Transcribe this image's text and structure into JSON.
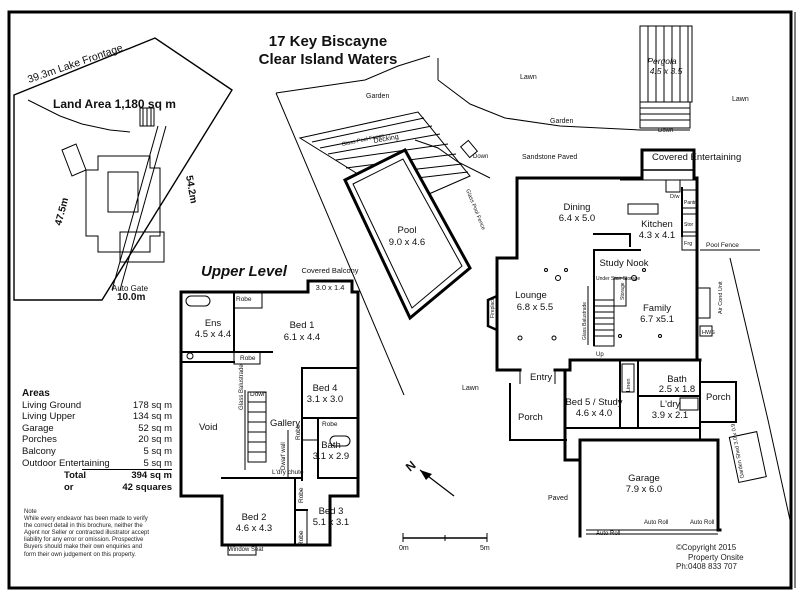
{
  "header": {
    "title_line1": "17 Key Biscayne",
    "title_line2": "Clear Island Waters"
  },
  "site_plan": {
    "land_area": "Land Area 1,180 sq m",
    "frontage": "39.3m Lake Frontage",
    "dim_left": "47.5m",
    "dim_right": "54.2m",
    "dim_bottom": "10.0m",
    "auto_gate": "Auto Gate"
  },
  "upper_level": {
    "heading": "Upper Level",
    "rooms": [
      {
        "key": "ens",
        "name": "Ens",
        "size": "4.5 x 4.4"
      },
      {
        "key": "bed1",
        "name": "Bed 1",
        "size": "6.1 x 4.4"
      },
      {
        "key": "balcony",
        "name": "Covered Balcony",
        "size": "3.0 x 1.4"
      },
      {
        "key": "bed4",
        "name": "Bed 4",
        "size": "3.1 x 3.0"
      },
      {
        "key": "bath",
        "name": "Bath",
        "size": "3.1 x 2.9"
      },
      {
        "key": "bed2",
        "name": "Bed 2",
        "size": "4.6 x 4.3"
      },
      {
        "key": "bed3",
        "name": "Bed 3",
        "size": "5.1 x 3.1"
      }
    ],
    "labels": {
      "robe": "Robe",
      "void": "Void",
      "gallery": "Gallery",
      "down": "Down",
      "glass_balustrade": "Glass Balustrade",
      "dwarf_wall": "Dwarf wall",
      "ldry_chute": "L'dry chute",
      "window_seat": "Window Seat"
    }
  },
  "ground_level": {
    "rooms": [
      {
        "key": "pool",
        "name": "Pool",
        "size": "9.0 x 4.6"
      },
      {
        "key": "dining",
        "name": "Dining",
        "size": "6.4 x 5.0"
      },
      {
        "key": "kitchen",
        "name": "Kitchen",
        "size": "4.3 x 4.1"
      },
      {
        "key": "study",
        "name": "Study Nook",
        "size": ""
      },
      {
        "key": "lounge",
        "name": "Lounge",
        "size": "6.8 x 5.5"
      },
      {
        "key": "family",
        "name": "Family",
        "size": "6.7 x5.1"
      },
      {
        "key": "bed5",
        "name": "Bed 5 / Study",
        "size": "4.6 x 4.0"
      },
      {
        "key": "bath",
        "name": "Bath",
        "size": "2.5 x 1.8"
      },
      {
        "key": "ldry",
        "name": "L'dry",
        "size": "3.9 x 2.1"
      },
      {
        "key": "garage",
        "name": "Garage",
        "size": "7.9 x 6.0"
      },
      {
        "key": "pergola",
        "name": "Pergola",
        "size": "4.5 x 3.5"
      },
      {
        "key": "covered_ent",
        "name": "Covered Entertaining",
        "size": ""
      }
    ],
    "labels": {
      "lawn": "Lawn",
      "garden": "Garden",
      "decking": "Decking",
      "sandstone": "Sandstone Paved",
      "glass_pool_fence": "Glass Pool Fence",
      "pool_fence": "Pool Fence",
      "down": "Down",
      "entry": "Entry",
      "porch": "Porch",
      "paved": "Paved",
      "auto_roll": "Auto Roll",
      "linen": "Linen",
      "robe": "Robe",
      "under_stair_storage": "Under Stair Storage",
      "storage": "Storage",
      "up": "Up",
      "fireplace": "Fireplace",
      "glass_balustrade": "Glass Balustrade",
      "aircond": "Air Cond Unit",
      "hws": "HWS",
      "garden_shed": "Garden Shed 3.0 x 0.9",
      "dw": "D/w",
      "pantry": "Pantry",
      "frg": "Frg",
      "stor": "Stor",
      "north": "N",
      "scale_0": "0m",
      "scale_5": "5m"
    }
  },
  "areas": {
    "heading": "Areas",
    "rows": [
      {
        "label": "Living Ground",
        "value": "178 sq m"
      },
      {
        "label": "Living Upper",
        "value": "134 sq m"
      },
      {
        "label": "Garage",
        "value": "52 sq m"
      },
      {
        "label": "Porches",
        "value": "20 sq m"
      },
      {
        "label": "Balcony",
        "value": "5 sq m"
      },
      {
        "label": "Outdoor Entertaining",
        "value": "5 sq m"
      }
    ],
    "total_label": "Total",
    "total_value": "394 sq m",
    "or_label": "or",
    "squares": "42 squares"
  },
  "note": {
    "heading": "Note",
    "text": "While every endeavor has been made to verify the correct detail in this brochure, neither the Agent nor Seller or contracted illustrator accept liability for any error or omission. Prospective Buyers should make their own enquiries and form their own judgement on this property."
  },
  "footer": {
    "copyright": "©Copyright 2015",
    "company": "Property Onsite",
    "phone": "Ph:0408 833 707"
  }
}
